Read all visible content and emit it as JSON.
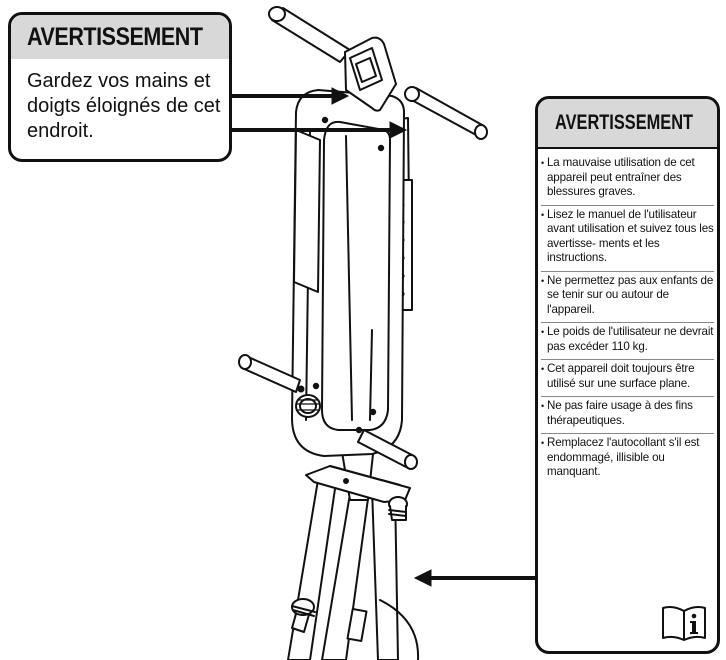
{
  "warning_label_left": {
    "title": "AVERTISSEMENT",
    "message": "Gardez vos mains et doigts éloignés de cet endroit.",
    "icon": "warning-triangle-icon"
  },
  "warning_label_right": {
    "title": "AVERTISSEMENT",
    "icon": "warning-triangle-icon",
    "items": [
      "La mauvaise utilisation de cet appareil peut entraîner des blessures graves.",
      "Lisez le manuel de l'utilisateur avant utilisation et suivez tous les avertisse- ments et les instructions.",
      "Ne permettez pas aux enfants de se tenir sur ou autour de l'appareil.",
      "Le poids de l'utilisateur ne devrait pas excéder 110 kg.",
      "Cet appareil doit toujours être utilisé sur une surface plane.",
      "Ne pas faire usage à des fins thérapeutiques.",
      "Remplacez l'autocollant s'il est endommagé, illisible ou manquant."
    ],
    "manual_icon": "manual-info-icon"
  },
  "colors": {
    "header_bg": "#d8d8d8",
    "line": "#111111"
  }
}
